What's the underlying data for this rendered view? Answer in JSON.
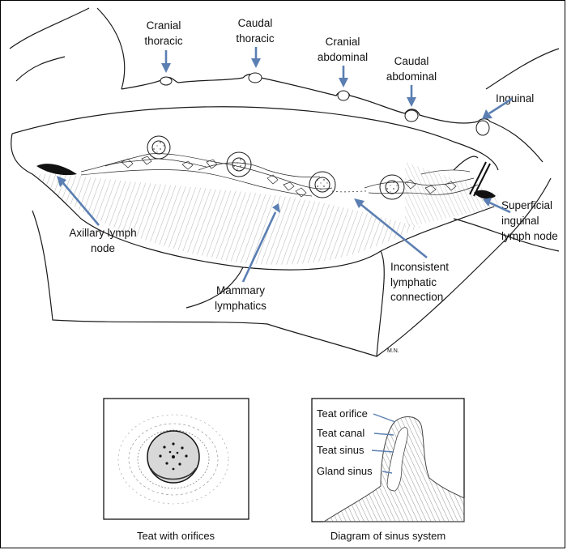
{
  "labels": {
    "cranial_thoracic": [
      "Cranial",
      "thoracic"
    ],
    "caudal_thoracic": [
      "Caudal",
      "thoracic"
    ],
    "cranial_abdominal": [
      "Cranial",
      "abdominal"
    ],
    "caudal_abdominal": [
      "Caudal",
      "abdominal"
    ],
    "inguinal": "Inguinal",
    "axillary": [
      "Axillary lymph",
      "node"
    ],
    "superficial_inguinal": [
      "Superficial",
      "inguinal",
      "lymph node"
    ],
    "mammary_lymphatics": [
      "Mammary",
      "lymphatics"
    ],
    "inconsistent": [
      "Inconsistent",
      "lymphatic",
      "connection"
    ],
    "signature": "M.N."
  },
  "insets": {
    "teat": {
      "caption": "Teat with orifices"
    },
    "sinus": {
      "caption": "Diagram of sinus system",
      "labels": [
        "Teat orifice",
        "Teat canal",
        "Teat sinus",
        "Gland sinus"
      ]
    }
  },
  "colors": {
    "arrow": "#5b7fb2",
    "ink": "#1a1a1a",
    "shade": "#8a8a8a"
  }
}
